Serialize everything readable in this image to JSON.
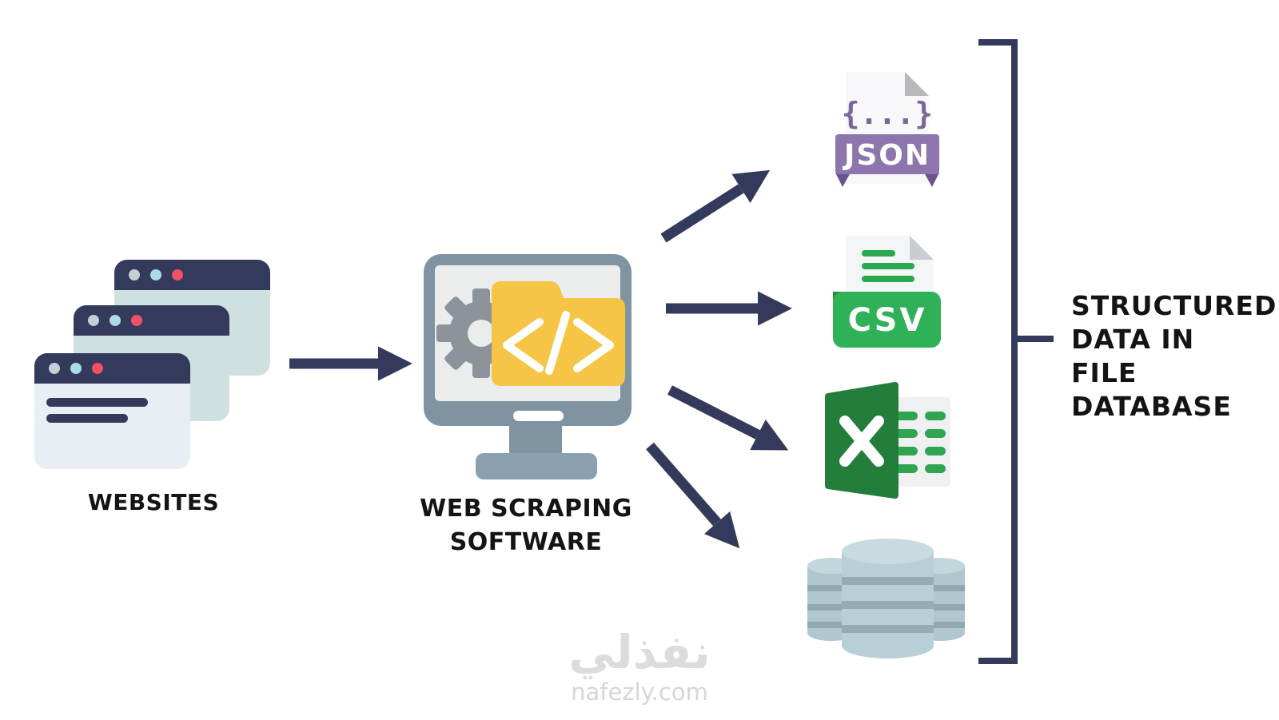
{
  "diagram": {
    "source": {
      "label": "WEBSITES"
    },
    "processor": {
      "label_lines": [
        "WEB SCRAPING",
        "SOFTWARE"
      ]
    },
    "outputs": {
      "json": {
        "badge": "JSON",
        "glyph": "{...}"
      },
      "csv": {
        "badge": "CSV"
      }
    },
    "result": {
      "lines": [
        "STRUCTURED",
        "DATA IN FILE",
        "DATABASE"
      ]
    }
  },
  "watermark": {
    "logo_text": "نفذلي",
    "site_text": "nafezly.com"
  },
  "colors": {
    "arrow_navy": "#333a5c",
    "window_header": "#333a5c",
    "window_body_back": "#cfe0e0",
    "window_body_front": "#e9eef5",
    "monitor_frame": "#7f93a1",
    "folder_yellow": "#f6c545",
    "gear_gray": "#8d939b",
    "json_purple": "#8d76ad",
    "json_purple_dark": "#6a5489",
    "csv_green": "#2eb157",
    "csv_line_green": "#2aa84f",
    "excel_green": "#237d3b",
    "database_blue": "#b9cfd7",
    "database_band": "#93acb6"
  }
}
